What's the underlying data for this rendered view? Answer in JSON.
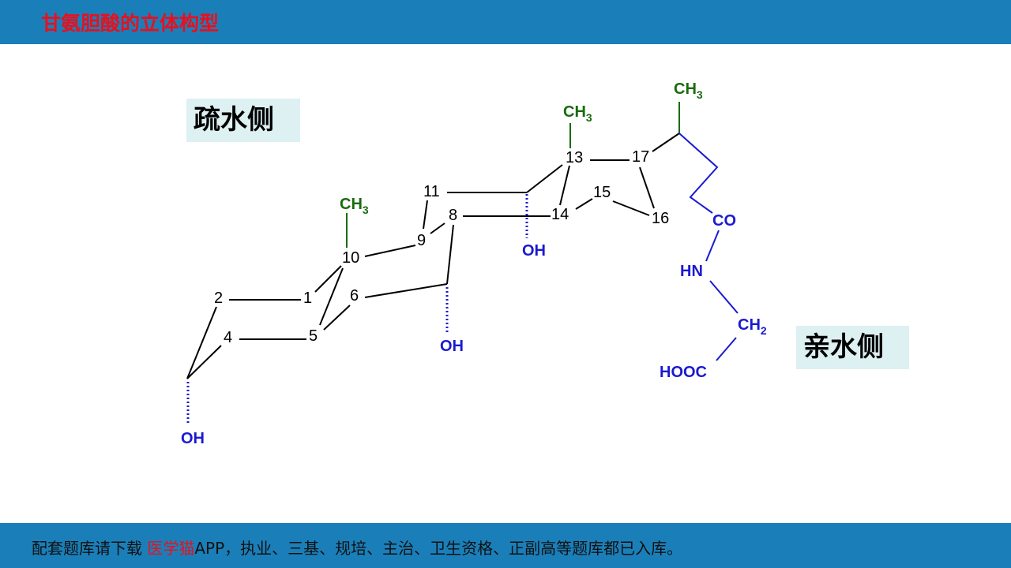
{
  "header": {
    "title": "甘氨胆酸的立体构型"
  },
  "labels": {
    "hydrophobic": "疏水侧",
    "hydrophilic": "亲水侧"
  },
  "footer": {
    "prefix": "配套题库请下载 ",
    "brand": "医学猫",
    "suffix": "APP，执业、三基、规培、主治、卫生资格、正副高等题库都已入库。"
  },
  "structure": {
    "atoms": {
      "c1": "1",
      "c2": "2",
      "c4": "4",
      "c5": "5",
      "c6": "6",
      "c8": "8",
      "c9": "9",
      "c10": "10",
      "c11": "11",
      "c13": "13",
      "c14": "14",
      "c15": "15",
      "c16": "16",
      "c17": "17"
    },
    "groups": {
      "ch3": "CH",
      "ch3_sub": "3",
      "ch2": "CH",
      "ch2_sub": "2",
      "oh": "OH",
      "co": "CO",
      "hn": "HN",
      "hooc": "HOOC"
    },
    "colors": {
      "methyl": "#1a6b10",
      "polar": "#1a1ad0",
      "bond": "#000000"
    }
  }
}
